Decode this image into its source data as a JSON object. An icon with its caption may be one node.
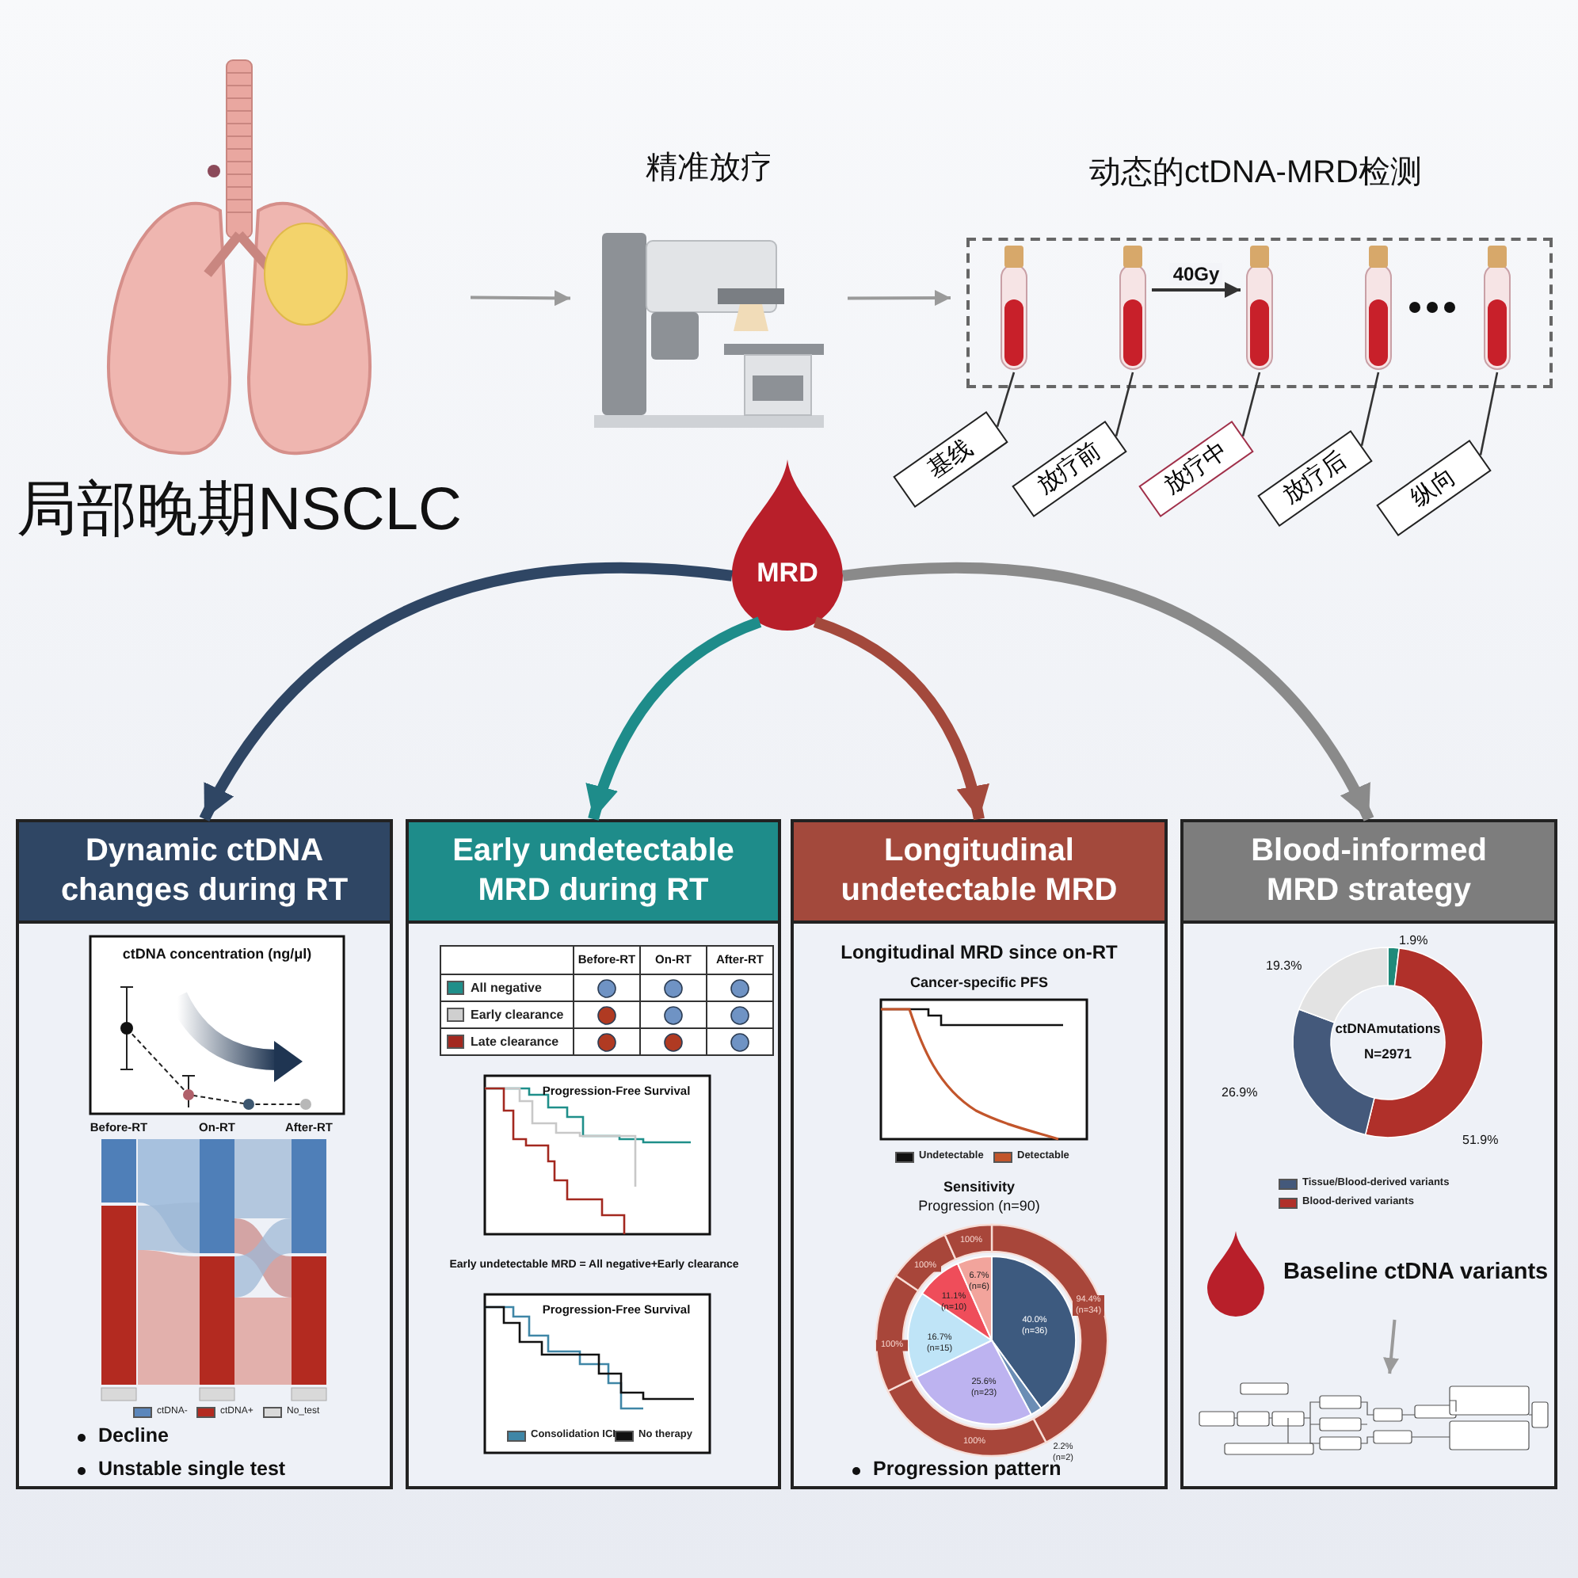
{
  "diagram": {
    "nodes": [
      {
        "text": [
          "局部晚期NSCLC"
        ]
      },
      {
        "text": [
          "精准放疗"
        ]
      },
      {
        "text": [
          "动态的ctDNA-MRD检测"
        ]
      },
      {
        "text": [],
        "shape": "picture",
        "in": 2
      },
      {
        "text": [],
        "shape": "picture",
        "in": 2
      },
      {
        "text": [],
        "shape": "picture",
        "in": 2
      },
      {
        "text": [],
        "shape": "picture",
        "in": 2
      },
      {
        "text": [],
        "shape": "picture",
        "in": 2
      },
      {
        "text": [
          "基线"
        ]
      },
      {
        "text": [
          "放疗前"
        ]
      },
      {
        "text": [
          "放疗中"
        ]
      },
      {
        "text": [
          "放疗后"
        ]
      },
      {
        "text": [
          "纵向"
        ]
      },
      {
        "text": [
          "MRD"
        ]
      },
      {
        "text": [
          "Dynamic ctDNA changes during RT"
        ]
      },
      {
        "text": [
          "Early undetectable MRD during RT"
        ]
      },
      {
        "text": [
          "Longitudinal undetectable MRD"
        ]
      },
      {
        "text": [
          "Blood-informed MRD strategy"
        ]
      },
      {
        "text": [
          "Baseline ctDNA variants"
        ],
        "in": 17
      },
      {
        "text": [],
        "shape": "picture",
        "in": 17
      }
    ],
    "edges": [
      {
        "from": 0,
        "to": 1,
        "arrow": "to",
        "color": "#9a9a9a"
      },
      {
        "from": 1,
        "to": 2,
        "arrow": "to",
        "color": "#9a9a9a"
      },
      {
        "from": 4,
        "to": 5,
        "arrow": "to",
        "label": "40Gy"
      },
      {
        "from": 3,
        "to": 8,
        "arrow": "none"
      },
      {
        "from": 4,
        "to": 9,
        "arrow": "none"
      },
      {
        "from": 5,
        "to": 10,
        "arrow": "none"
      },
      {
        "from": 6,
        "to": 11,
        "arrow": "none"
      },
      {
        "from": 7,
        "to": 12,
        "arrow": "none"
      },
      {
        "from": 13,
        "to": 14,
        "arrow": "to",
        "style": "thick",
        "color": "#2f4664"
      },
      {
        "from": 13,
        "to": 15,
        "arrow": "to",
        "style": "thick",
        "color": "#1e8c8a"
      },
      {
        "from": 13,
        "to": 16,
        "arrow": "to",
        "style": "thick",
        "color": "#a3493c"
      },
      {
        "from": 13,
        "to": 17,
        "arrow": "to",
        "style": "thick",
        "color": "#8a8a8a"
      },
      {
        "from": 18,
        "to": 19,
        "arrow": "to",
        "color": "#9a9a9a"
      }
    ],
    "labels": [
      "ctDNA concentration (ng/μl)",
      "Before-RT",
      "On-RT",
      "After-RT",
      "Decline",
      "Unstable single test",
      "Before-RT",
      "On-RT",
      "After-RT",
      "Progression-Free Survival",
      "Early undetectable MRD = All negative+Early clearance",
      "Progression-Free Survival",
      "Longitudinal MRD since on-RT",
      "Cancer-specific PFS",
      "Sensitivity",
      "Progression (n=90)",
      "100%",
      "100%",
      "6.7% (n=6)",
      "11.1% (n=10)",
      "94.4% (n=34)",
      "40.0% (n=36)",
      "100%",
      "16.7% (n=15)",
      "25.6% (n=23)",
      "100%",
      "2.2% (n=2)",
      "Progression pattern",
      "1.9%",
      "19.3%",
      "ctDNAmutations",
      "N=2971",
      "26.9%",
      "51.9%"
    ],
    "legend": [
      {
        "text": "ctDNA-",
        "color": "#5b86bb"
      },
      {
        "text": "ctDNA+",
        "color": "#b32a20"
      },
      {
        "text": "No_test",
        "color": "#d9d9d9"
      },
      {
        "text": "All negative",
        "color": "#1f8f8a"
      },
      {
        "text": "Early clearance",
        "color": "#cfcfcf"
      },
      {
        "text": "Late clearance",
        "color": "#a3281f"
      },
      {
        "text": "Consolidation ICI",
        "color": "#3f86a6"
      },
      {
        "text": "No therapy",
        "color": "#111111"
      },
      {
        "text": "Undetectable",
        "color": "#111111"
      },
      {
        "text": "Detectable",
        "color": "#c2552b"
      },
      {
        "text": "Tissue/Blood-derived variants",
        "color": "#44597b"
      },
      {
        "text": "Blood-derived variants",
        "color": "#b0302a"
      }
    ]
  }
}
